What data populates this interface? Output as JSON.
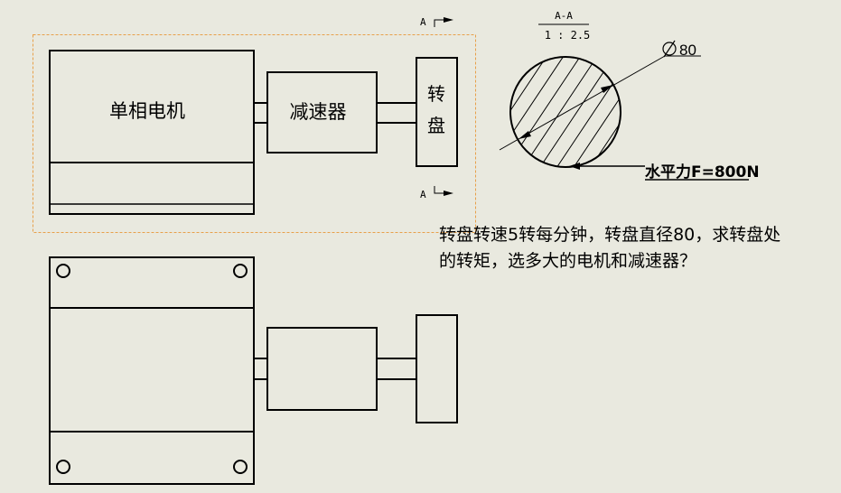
{
  "top_view": {
    "motor_label": "单相电机",
    "reducer_label": "减速器",
    "turntable_label_line1": "转",
    "turntable_label_line2": "盘",
    "section_marker_top": "A",
    "section_marker_bottom": "A"
  },
  "section_view": {
    "title": "A-A",
    "scale": "1 : 2.5",
    "diameter_symbol": "Φ",
    "diameter_value": "80",
    "force_label": "水平力F=800N"
  },
  "question": {
    "line1": "转盘转速5转每分钟，转盘直径80，求转盘处",
    "line2": "的转矩，选多大的电机和减速器？"
  },
  "colors": {
    "background": "#e9e9df",
    "line": "#000000",
    "selection": "#e8a04a"
  }
}
